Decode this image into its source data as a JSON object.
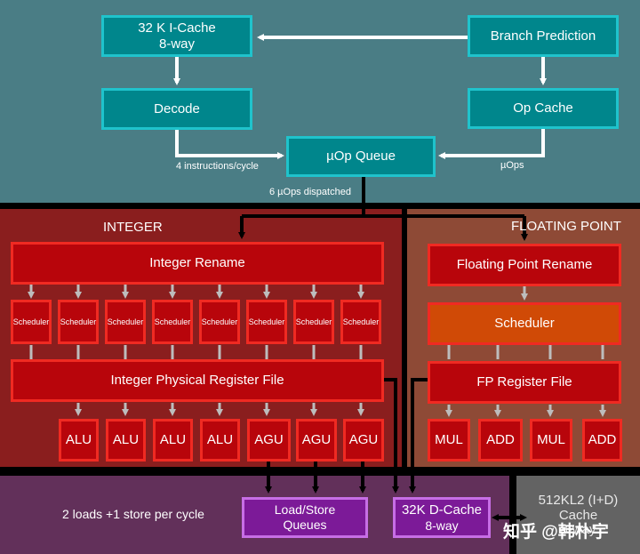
{
  "frontend": {
    "icache": {
      "line1": "32 K I-Cache",
      "line2": "8-way"
    },
    "branch_prediction": "Branch Prediction",
    "decode": "Decode",
    "op_cache": "Op Cache",
    "uop_queue": "µOp Queue",
    "decode_edge_label": "4 instructions/cycle",
    "opcache_edge_label": "µOps",
    "dispatch_label": "6 µOps dispatched"
  },
  "integer": {
    "title": "INTEGER",
    "rename": "Integer Rename",
    "schedulers": [
      "Scheduler",
      "Scheduler",
      "Scheduler",
      "Scheduler",
      "Scheduler",
      "Scheduler",
      "Scheduler",
      "Scheduler"
    ],
    "register_file": "Integer Physical Register File",
    "units": [
      "ALU",
      "ALU",
      "ALU",
      "ALU",
      "AGU",
      "AGU",
      "AGU"
    ]
  },
  "fp": {
    "title": "FLOATING POINT",
    "rename": "Floating Point Rename",
    "scheduler": "Scheduler",
    "register_file": "FP Register File",
    "units": [
      "MUL",
      "ADD",
      "MUL",
      "ADD"
    ]
  },
  "memory": {
    "loads_label": "2 loads +1 store per cycle",
    "lsq": {
      "line1": "Load/Store",
      "line2": "Queues"
    },
    "dcache": {
      "line1": "32K D-Cache",
      "line2": "8-way"
    },
    "l2": {
      "line1": "512KL2 (I+D)",
      "line2": "Cache",
      "line3": "8-way"
    }
  },
  "watermark": "知乎 @韩朴宇",
  "colors": {
    "frontend_bg": "#4a7d85",
    "integer_bg": "#8a1e1e",
    "fp_bg": "#8e4a36",
    "memory_bg": "#62305a",
    "l2_bg": "#636363",
    "teal_box": "#00868c",
    "red_box": "#b8050b",
    "orange_box": "#d04a06",
    "purple_box": "#7c1a98"
  }
}
